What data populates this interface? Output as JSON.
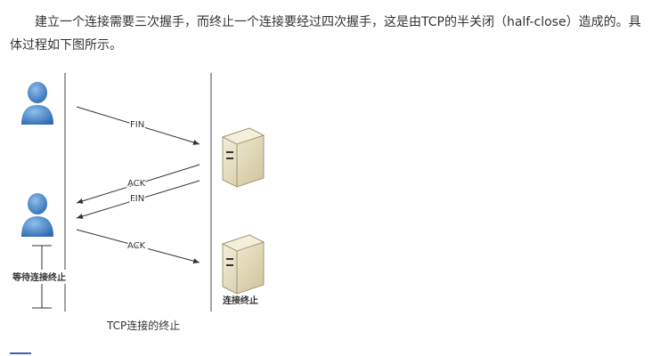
{
  "article": {
    "paragraph": "建立一个连接需要三次握手，而终止一个连接要经过四次握手，这是由TCP的半关闭（half-close）造成的。具体过程如下图所示。"
  },
  "figure": {
    "messages": {
      "fin1": "FIN",
      "ack1": "ACK",
      "fin2": "FIN",
      "ack2": "ACK"
    },
    "client_wait_label": "等待连接终止",
    "server_end_label": "连接终止",
    "caption": "TCP连接的终止"
  },
  "colors": {
    "person": "#3d7dc7",
    "server": "#e8dfc0",
    "line": "#333333",
    "link": "#3b63b5"
  },
  "icons": {
    "client": "person-icon",
    "server": "server-icon"
  }
}
